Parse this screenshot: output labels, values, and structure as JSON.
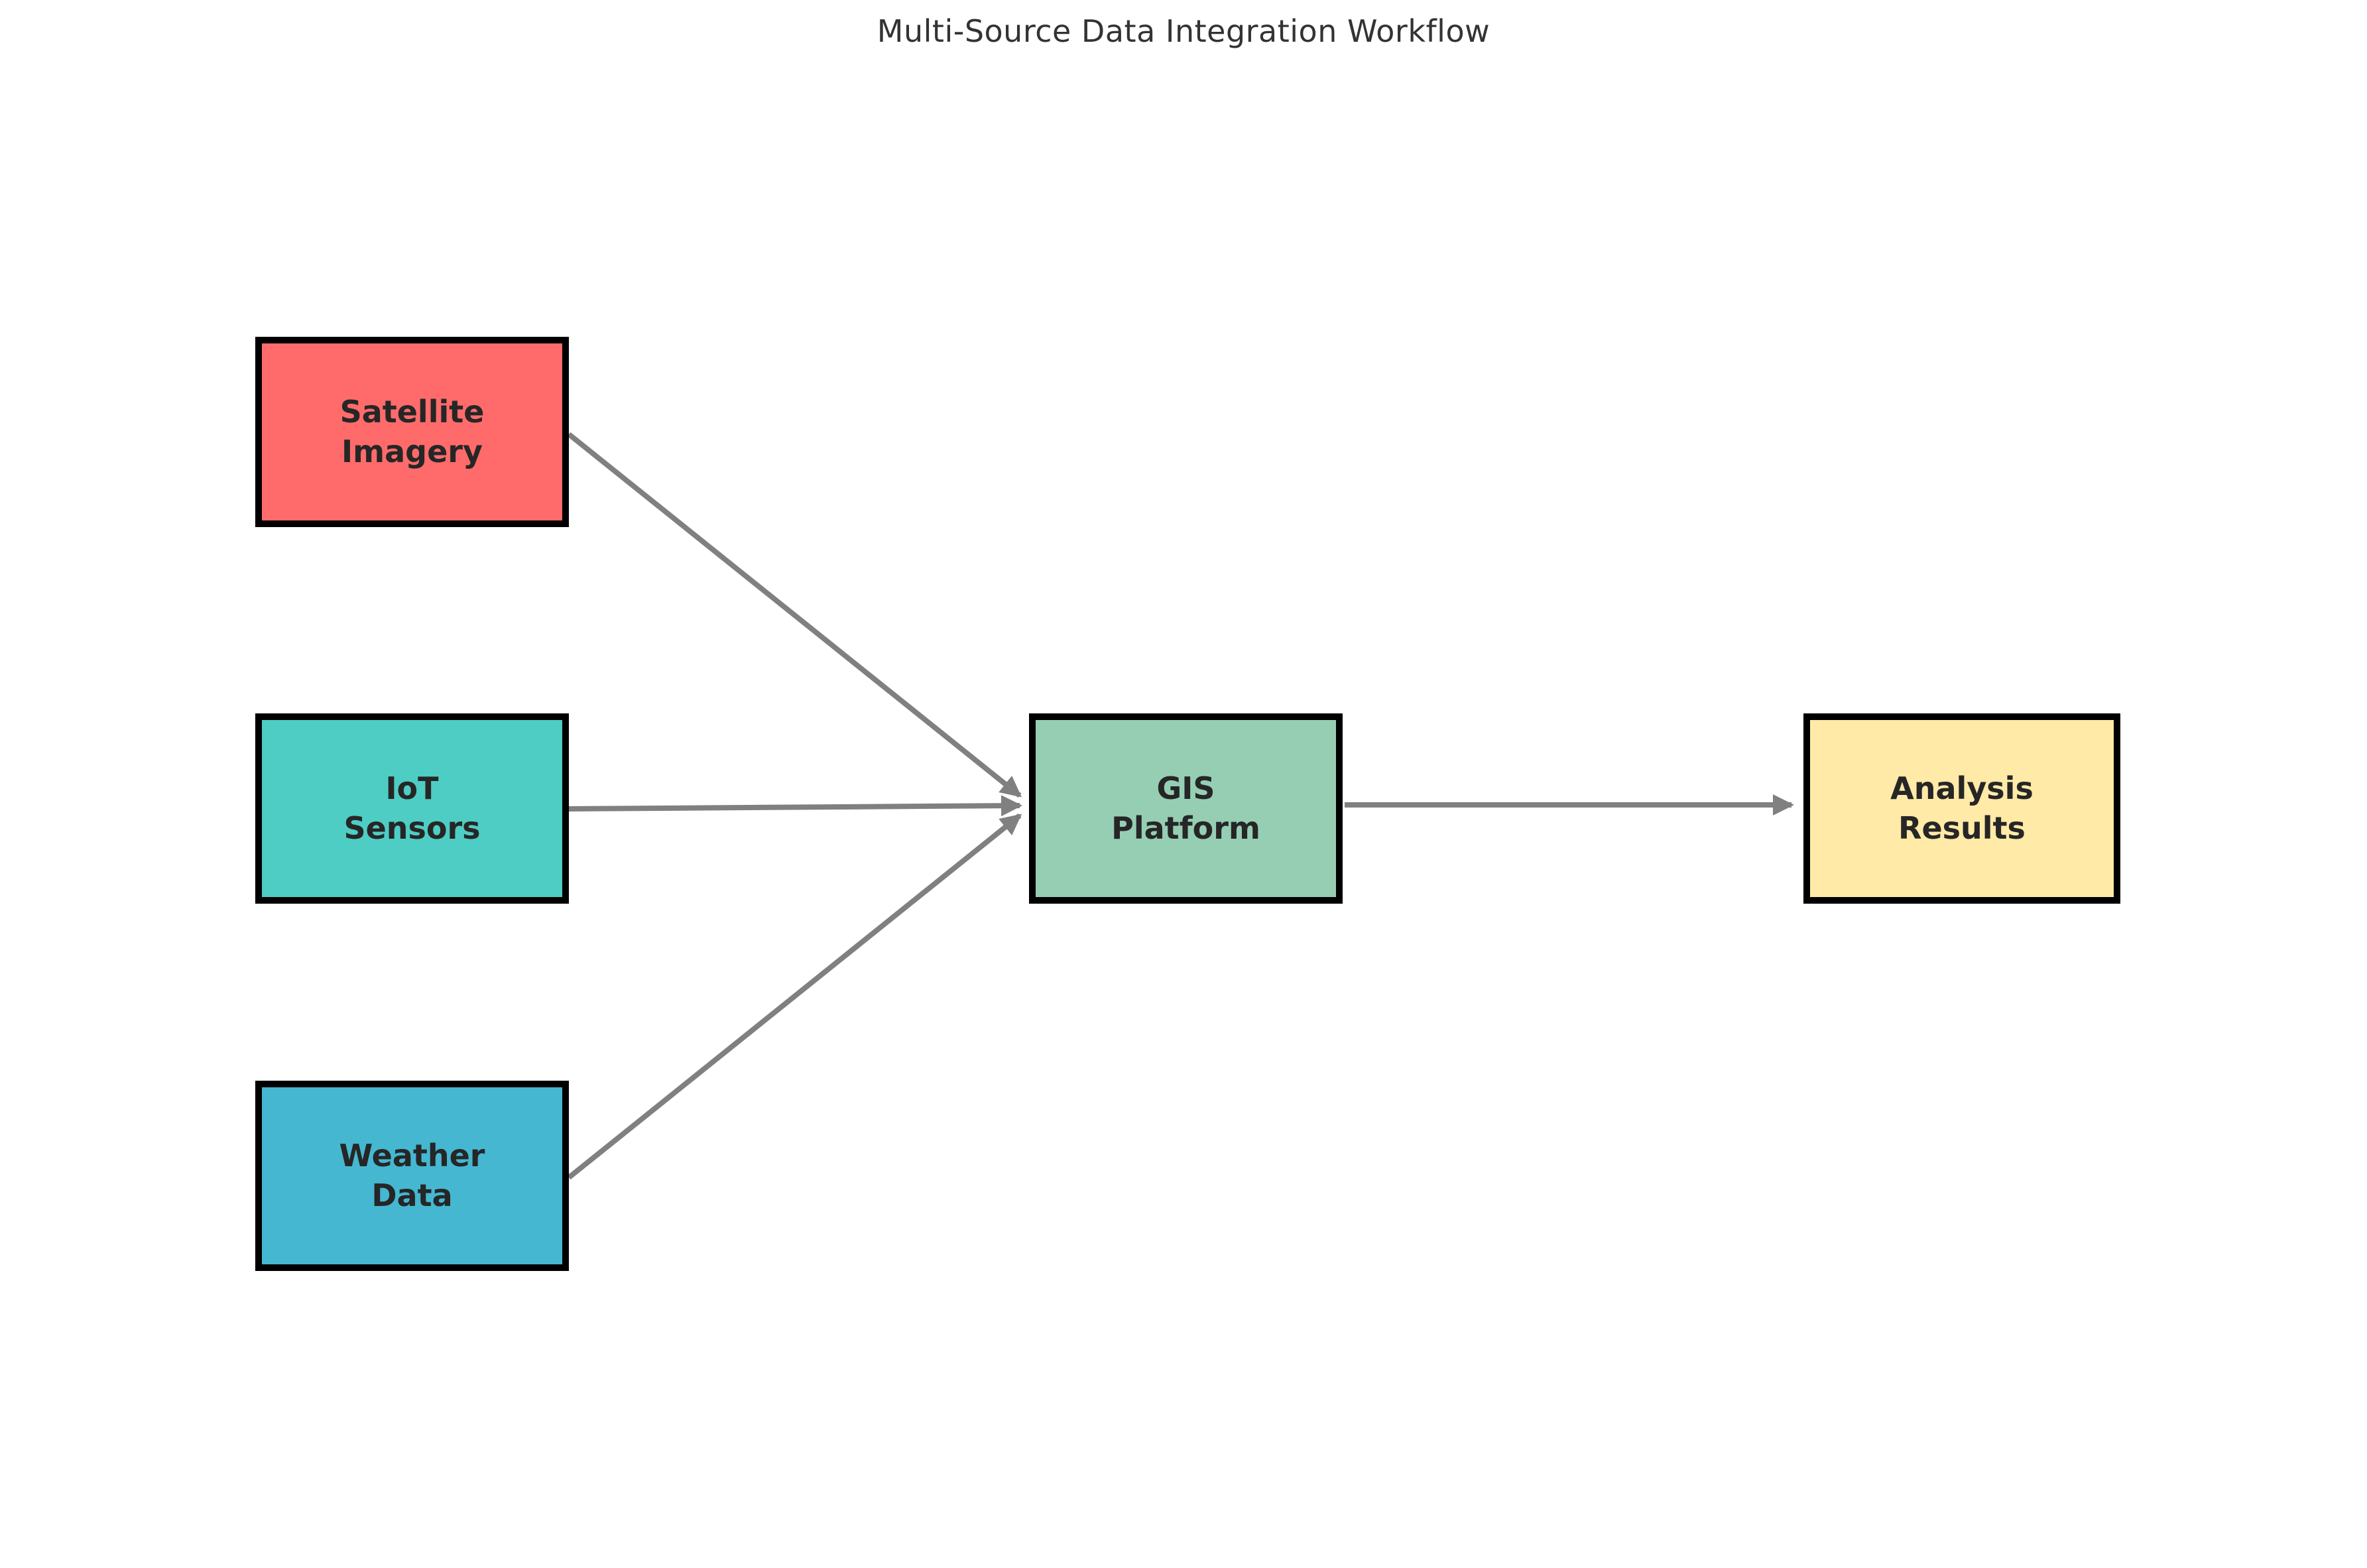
{
  "title": "Multi-Source Data Integration Workflow",
  "diagram": {
    "background": "#ffffff",
    "title_color": "#333333",
    "label_color": "#262626",
    "border_color": "#000000",
    "arrow_color": "#808080",
    "nodes": [
      {
        "id": "satellite-imagery",
        "label": "Satellite\nImagery",
        "color": "#FF6B6B"
      },
      {
        "id": "iot-sensors",
        "label": "IoT\nSensors",
        "color": "#4ECDC4"
      },
      {
        "id": "weather-data",
        "label": "Weather\nData",
        "color": "#45B7D1"
      },
      {
        "id": "gis-platform",
        "label": "GIS\nPlatform",
        "color": "#96CEB4"
      },
      {
        "id": "analysis-results",
        "label": "Analysis\nResults",
        "color": "#FFEAA7"
      }
    ],
    "edges": [
      {
        "from": "Satellite Imagery",
        "to": "GIS Platform"
      },
      {
        "from": "IoT Sensors",
        "to": "GIS Platform"
      },
      {
        "from": "Weather Data",
        "to": "GIS Platform"
      },
      {
        "from": "GIS Platform",
        "to": "Analysis Results"
      }
    ]
  }
}
